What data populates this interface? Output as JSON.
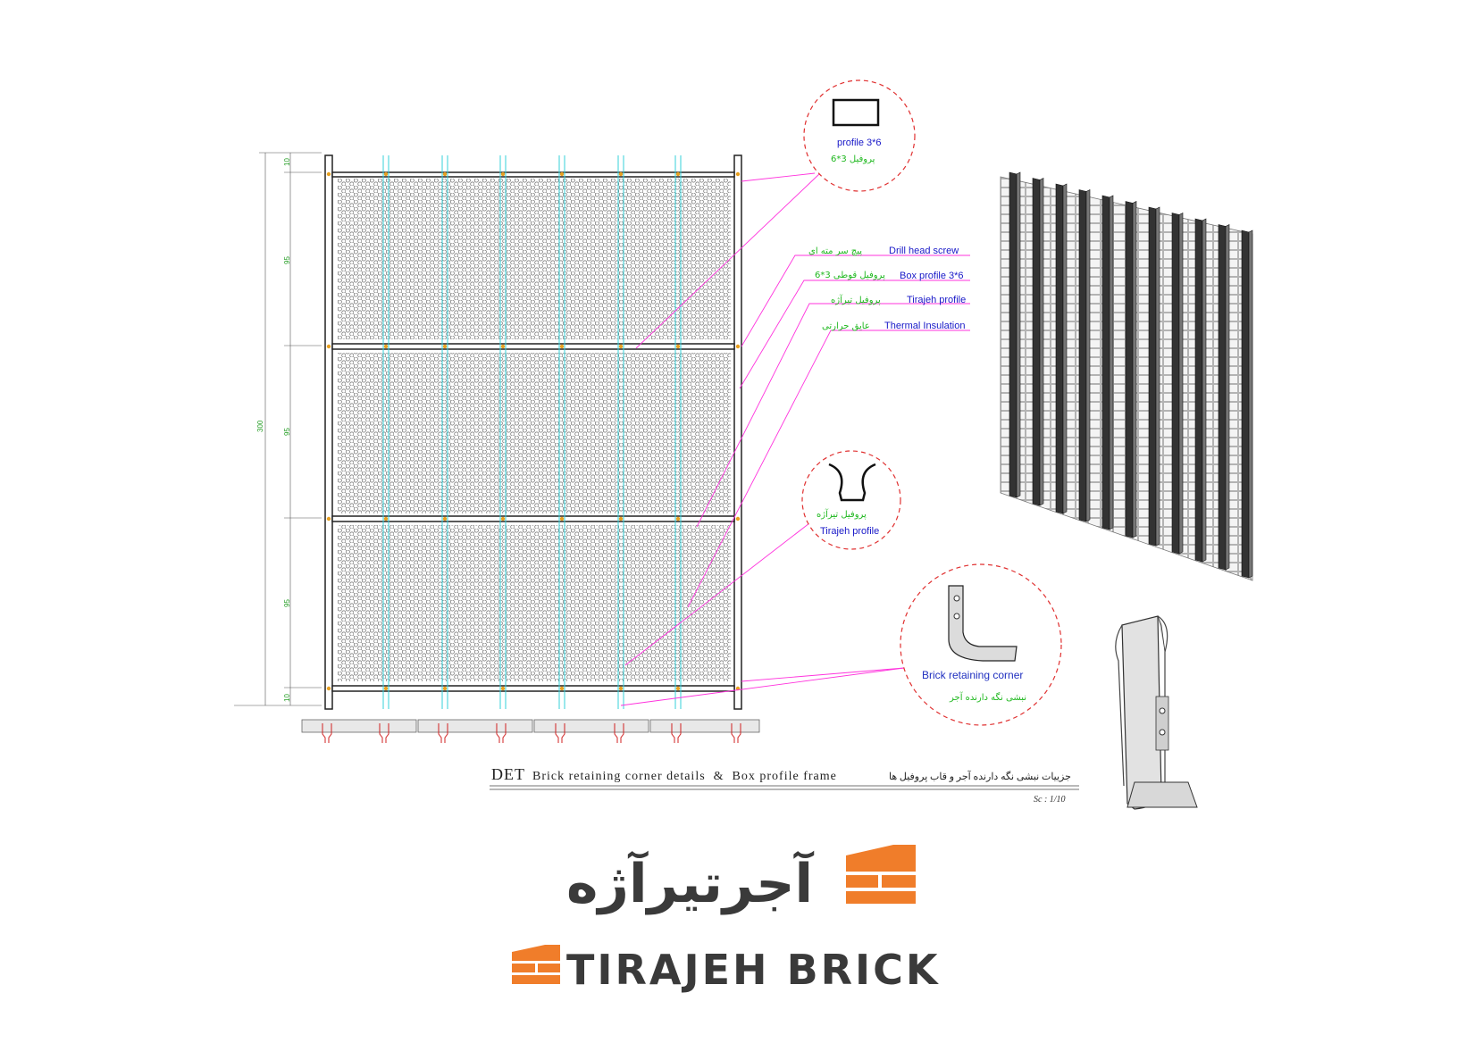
{
  "labels": {
    "profile_en": "profile 3*6",
    "profile_fa": "پروفیل 3*6",
    "drill_en": "Drill head screw",
    "drill_fa": "پیچ سر مته ای",
    "box_en": "Box profile 3*6",
    "box_fa": "پروفیل قوطی 3*6",
    "tirajeh_en": "Tirajeh profile",
    "tirajeh_fa": "پروفیل تیرآژه",
    "thermal_en": "Thermal Insulation",
    "thermal_fa": "عایق حرارتی",
    "tirajeh_circle_fa": "پروفیل تیرآژه",
    "tirajeh_circle_en": "Tirajeh profile",
    "corner_en": "Brick retaining corner",
    "corner_fa": "نبشی نگه دارنده آجر"
  },
  "dimensions": {
    "total": "300",
    "top": "10",
    "row1": "95",
    "row2": "95",
    "row3": "95",
    "bottom": "10"
  },
  "title": {
    "det": "DET",
    "en": "Brick retaining corner details  &  Box profile frame",
    "fa": "جزییات نبشی نگه دارنده آجر و قاب پروفیل ها",
    "scale": "Sc : 1/10"
  },
  "logo": {
    "persian": "آجرتیرآژه",
    "latin": "TIRAJEH BRICK",
    "color_brick": "#f07d2a",
    "color_text": "#3a3a3a"
  },
  "colors": {
    "leader": "#ff33dd",
    "circle": "#e03030",
    "cyan": "#35d0d8",
    "dim_green": "#28a028"
  }
}
